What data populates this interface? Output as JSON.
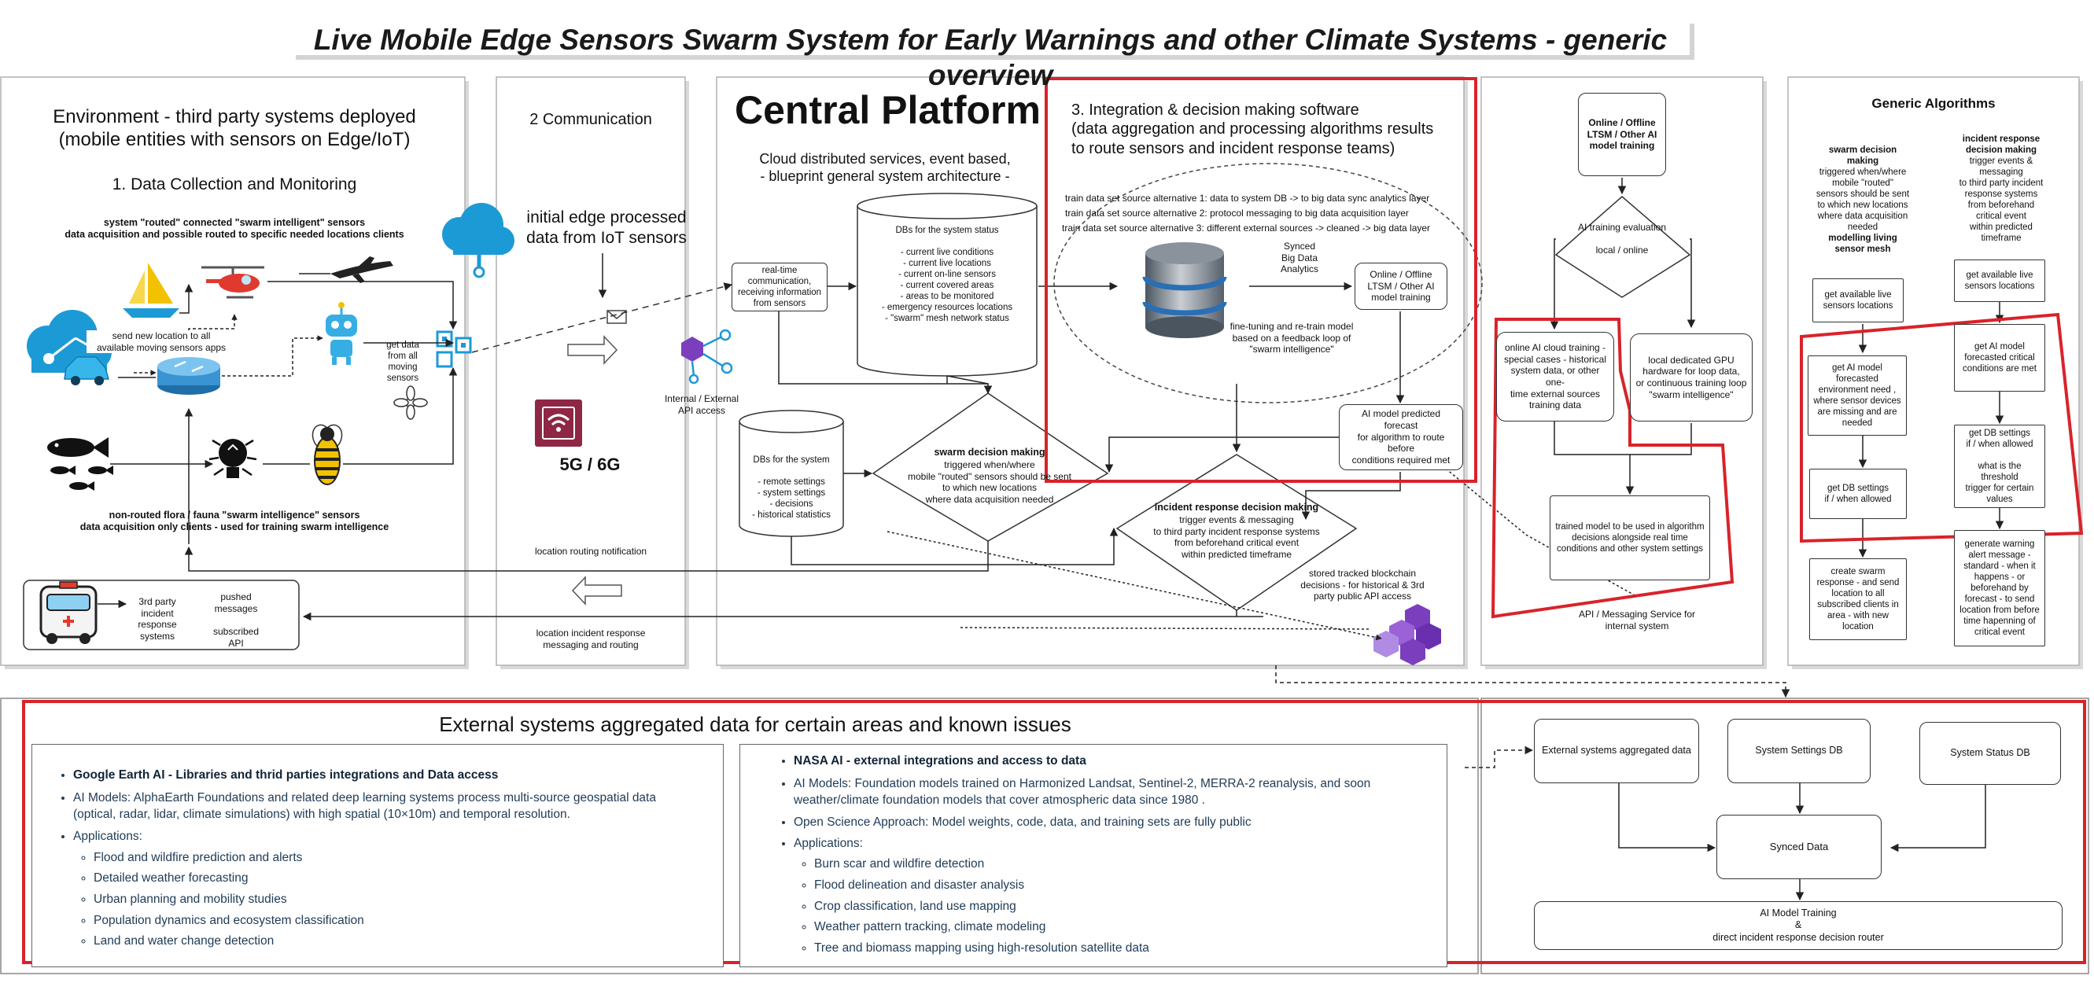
{
  "title": "Live Mobile Edge Sensors Swarm System for Early Warnings and other Climate Systems - generic overview",
  "environment": {
    "heading": "Environment - third party systems deployed\n(mobile entities with sensors on Edge/IoT)",
    "subheading": "1. Data Collection and Monitoring",
    "routed_sensors": "system \"routed\" connected \"swarm intelligent\" sensors\ndata acquisition and possible routed to specific needed  locations clients",
    "send_new_location": "send new location to all\navailable moving sensors apps",
    "get_data": "get data\nfrom all\nmoving\nsensors",
    "non_routed": "non-routed flora / fauna \"swarm intelligence\" sensors\ndata acquisition only clients - used for training swarm intelligence",
    "incident_systems": "3rd party\nincident\nresponse\nsystems",
    "pushed_messages": "pushed\nmessages",
    "subscribed_api": "subscribed\nAPI"
  },
  "communication": {
    "heading": "2 Communication",
    "edge_data": "initial edge processed\ndata from IoT sensors",
    "network": "5G / 6G",
    "location_routing": "location routing notification",
    "location_incident": "location incident response\nmessaging and routing"
  },
  "central": {
    "heading": "Central Platform",
    "subtitle": "Cloud distributed services, event based,\n- blueprint general system architecture -",
    "realtime": "real-time\ncommunication,\nreceiving information\nfrom sensors",
    "dbs_status": "DBs for the system status\n\n- current live conditions\n- current live locations\n- current on-line sensors\n- current covered areas\n- areas to be monitored\n- emergency resources locations\n- \"swarm\" mesh network status",
    "dbs_system": "DBs for the system\n\n- remote settings\n- system settings\n- decisions\n- historical statistics",
    "api_access": "Internal / External\nAPI access",
    "swarm_decision_title": "swarm decision making",
    "swarm_decision_body": "triggered when/where\nmobile \"routed\" sensors should be sent\nto which new locations\nwhere data acquisition needed",
    "incident_decision_title": "incident response decision making",
    "incident_decision_body": "trigger events & messaging\nto third party incident response systems\nfrom beforehand critical event\nwithin predicted timeframe",
    "blockchain": "stored tracked blockchain\ndecisions - for historical & 3rd\nparty public API access"
  },
  "integration": {
    "heading": "3. Integration & decision making software\n(data aggregation and processing algorithms results\nto route sensors and incident response teams)",
    "alt1": "train data set source alternative 1: data to system DB -> to big data sync analytics layer",
    "alt2": "train data set source alternative 2: protocol messaging to big data acquisition layer",
    "alt3": "train data set source alternative 3: different external sources -> cleaned -> big data layer",
    "synced": "Synced\nBig Data\nAnalytics",
    "model_training": "Online / Offline\nLTSM / Other AI\nmodel training",
    "finetune": "fine-tuning and re-train model\nbased on a feedback loop of\n\"swarm intelligence\"",
    "predicted": "AI model predicted forecast\nfor algorithm to route before\nconditions required met"
  },
  "training_panel": {
    "top": "Online / Offline\nLTSM / Other AI\nmodel training",
    "evaluation": "AI training evaluation\n\nlocal / online",
    "online": "online AI cloud training -\nspecial cases - historical\nsystem data, or other one-\ntime external sources\ntraining data",
    "local": "local dedicated GPU\nhardware for loop data,\nor continuous training loop\n\"swarm intelligence\"",
    "trained": "trained model to be used in algorithm\ndecisions alongside real time\nconditions and other system settings",
    "api_messaging": "API / Messaging Service for\ninternal system"
  },
  "algorithms": {
    "heading": "Generic Algorithms",
    "swarm_title": "swarm decision\nmaking",
    "swarm_body": "triggered when/where\nmobile \"routed\"\nsensors should be sent\nto which new locations\nwhere data acquisition\nneeded",
    "swarm_mesh": "modelling living\nsensor mesh",
    "incident_title": "incident response\ndecision making",
    "incident_body": "trigger events &\nmessaging\nto third party incident\nresponse systems\nfrom beforehand\ncritical event\nwithin predicted\ntimeframe",
    "l1": "get available live\nsensors locations",
    "l2": "get AI model\nforecasted\nenvironment need ,\nwhere sensor devices\nare missing and are\nneeded",
    "l3": "get DB settings\nif / when allowed",
    "l4": "create swarm\nresponse - and send\nlocation to all\nsubscribed clients in\narea - with new\nlocation",
    "r1": "get available live\nsensors locations",
    "r2": "get AI model\nforecasted critical\nconditions are met",
    "r3": "get DB settings\nif / when allowed\n\nwhat is the threshold\ntrigger for certain\nvalues",
    "r4": "generate warning\nalert message -\nstandard - when it\nhappens - or\nbeforehand by\nforecast - to send\nlocation from before\ntime hapenning of\ncritical event"
  },
  "external": {
    "heading": "External systems aggregated data for certain areas and known issues",
    "google": {
      "title": "Google Earth AI - Libraries and thrid parties integrations and Data access",
      "models": "AI Models: AlphaEarth Foundations and related deep learning systems process multi-source geospatial data (optical, radar, lidar, climate simulations) with high spatial (10×10m) and temporal resolution.",
      "apps_label": "Applications:",
      "apps": [
        "Flood and wildfire prediction and alerts",
        "Detailed weather forecasting",
        "Urban planning and mobility studies",
        "Population dynamics and ecosystem classification",
        "Land and water change detection"
      ]
    },
    "nasa": {
      "title": "NASA AI - external integrations and access to data",
      "models": "AI Models: Foundation models trained on Harmonized Landsat, Sentinel-2, MERRA-2 reanalysis, and soon weather/climate foundation models that cover atmospheric data since 1980   .",
      "open_science": "Open Science Approach: Model weights, code, data, and training sets are fully public",
      "apps_label": "Applications:",
      "apps": [
        "Burn scar and wildfire detection",
        "Flood delineation and disaster analysis",
        "Crop classification, land use mapping",
        "Weather pattern tracking, climate modeling",
        "Tree and biomass mapping using high-resolution satellite data"
      ]
    },
    "flow": {
      "aggregated": "External systems aggregated data",
      "settings_db": "System Settings DB",
      "status_db": "System Status DB",
      "synced": "Synced Data",
      "training": "AI Model Training\n&\ndirect incident response decision router"
    }
  },
  "colors": {
    "highlight_red": "#d8232a",
    "panel_border": "#aaaaaa",
    "icon_blue": "#1c9ad6",
    "icon_purple": "#7b3fbe",
    "wifi_maroon": "#8e2745",
    "bee_yellow": "#f2c100",
    "list_text": "#1f3b55"
  },
  "icons": [
    "sailboat-icon",
    "helicopter-icon",
    "airplane-icon",
    "robot-icon",
    "router-icon",
    "cloud-car-icon",
    "fish-icon",
    "bulb-insect-icon",
    "bee-icon",
    "flower-icon",
    "azure-device-icon",
    "envelope-icon",
    "arrow-right-icon",
    "wifi-icon",
    "arrow-left-icon",
    "cloud-upload-icon",
    "api-hub-icon",
    "database-icon",
    "blockchain-cubes-icon",
    "ambulance-icon"
  ]
}
